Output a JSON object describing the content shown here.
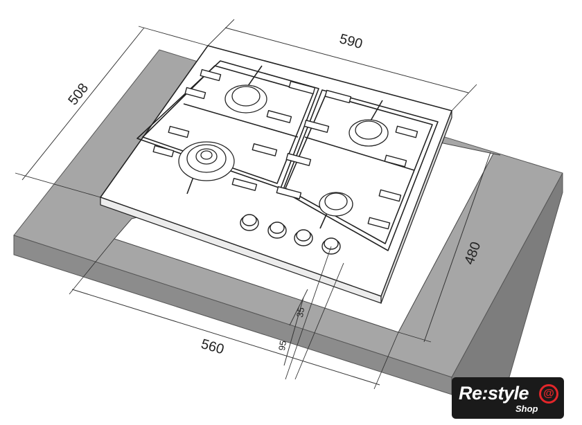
{
  "dimensions": {
    "width_top": "590",
    "depth_top": "508",
    "cutout_width": "560",
    "cutout_depth": "480",
    "front_offset": "95",
    "knob_offset": "35"
  },
  "logo": {
    "brand": "Re:style",
    "sub": "Shop",
    "symbol": "@"
  },
  "colors": {
    "countertop": "#a6a6a6",
    "countertop_edge": "#7d7d7d",
    "cutout": "#ffffff",
    "logo_bg": "#1a1a1a",
    "logo_accent": "#e3262a"
  }
}
